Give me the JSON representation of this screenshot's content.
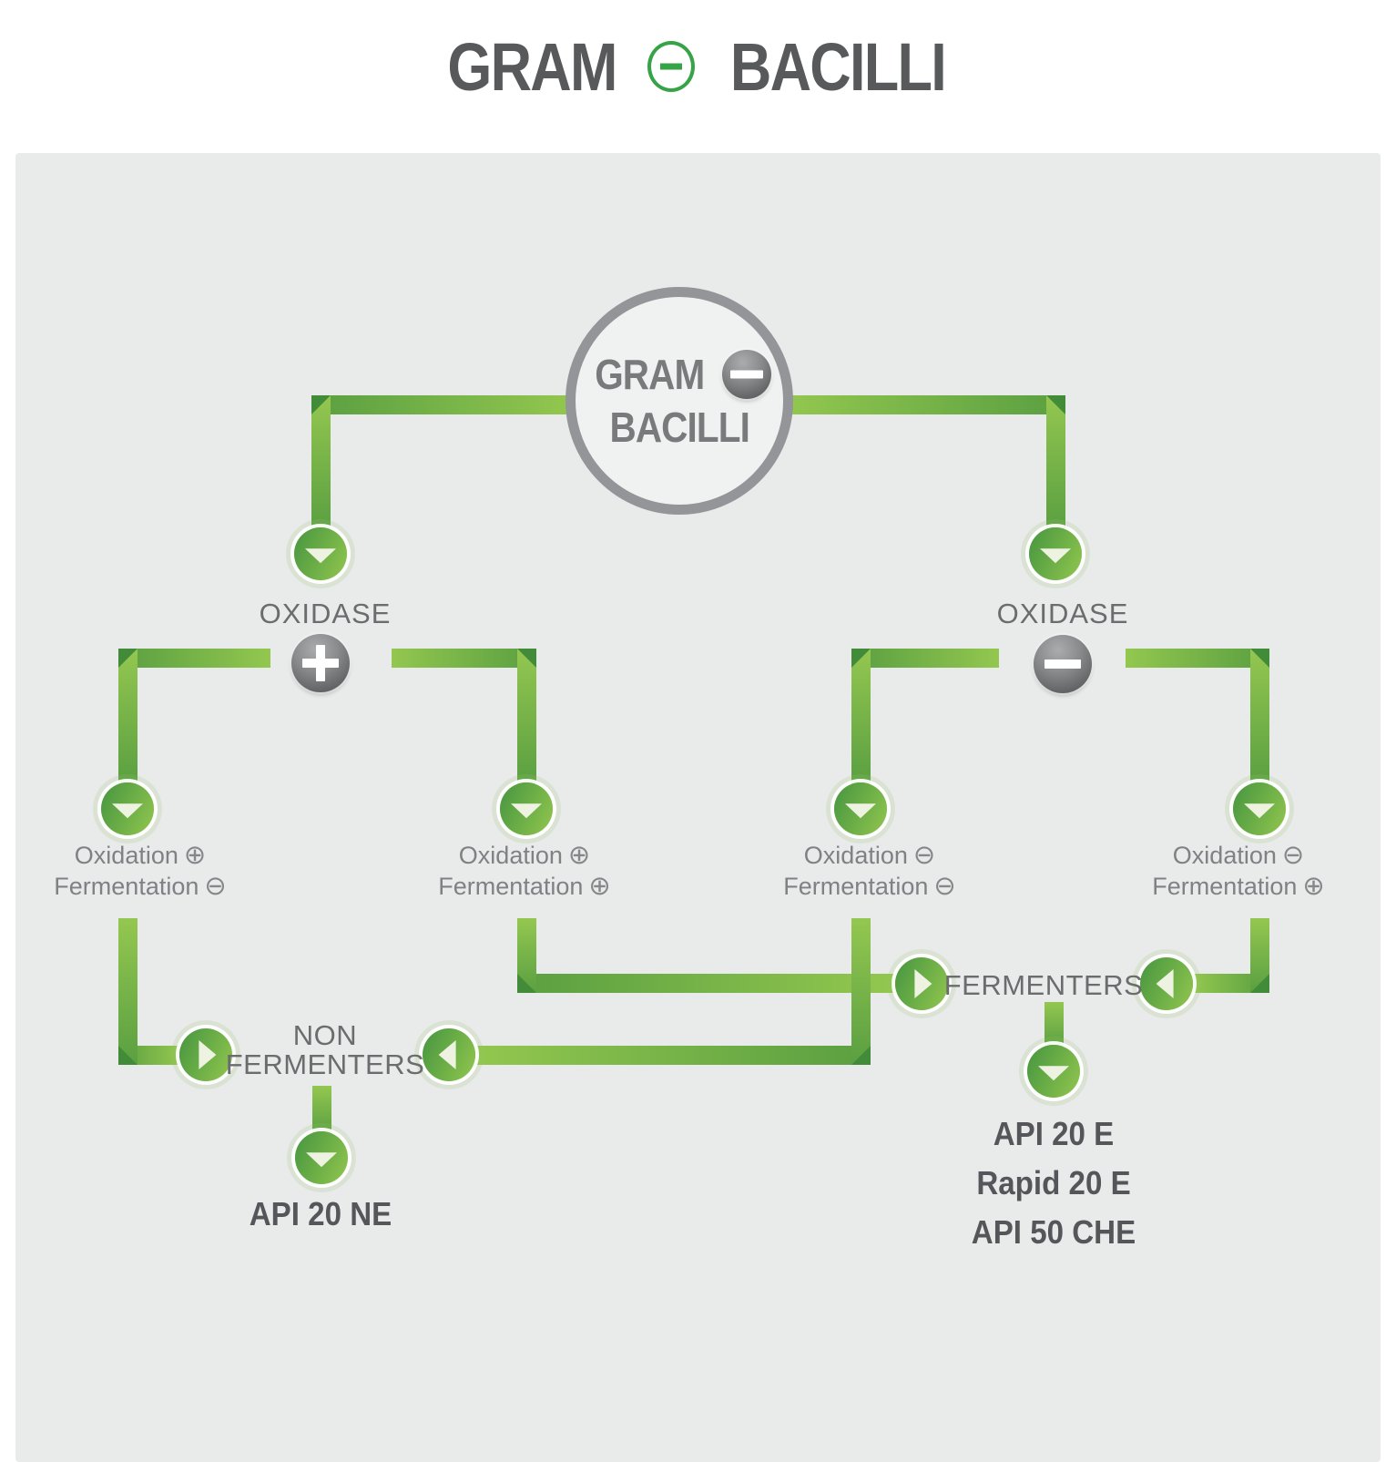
{
  "page_title": {
    "left_word": "GRAM",
    "right_word": "BACILLI"
  },
  "root": {
    "line1": "GRAM",
    "line2": "BACILLI",
    "badge_sign": "−"
  },
  "tests": {
    "oxidase_left": {
      "label": "OXIDASE",
      "sign": "+"
    },
    "oxidase_right": {
      "label": "OXIDASE",
      "sign": "−"
    }
  },
  "branches": [
    {
      "oxidation_label": "Oxidation",
      "oxidation_sign": "⊕",
      "fermentation_label": "Fermentation",
      "fermentation_sign": "⊖"
    },
    {
      "oxidation_label": "Oxidation",
      "oxidation_sign": "⊕",
      "fermentation_label": "Fermentation",
      "fermentation_sign": "⊕"
    },
    {
      "oxidation_label": "Oxidation",
      "oxidation_sign": "⊖",
      "fermentation_label": "Fermentation",
      "fermentation_sign": "⊖"
    },
    {
      "oxidation_label": "Oxidation",
      "oxidation_sign": "⊖",
      "fermentation_label": "Fermentation",
      "fermentation_sign": "⊕"
    }
  ],
  "outcomes": {
    "non_fermenters": {
      "line1": "NON",
      "line2": "FERMENTERS",
      "tests": [
        "API 20 NE"
      ]
    },
    "fermenters": {
      "label": "FERMENTERS",
      "tests": [
        "API 20 E",
        "Rapid 20 E",
        "API 50 CHE"
      ]
    }
  },
  "icons": {
    "title_badge": "circled-minus",
    "root_badge": "minus",
    "oxidase_left_badge": "plus",
    "oxidase_right_badge": "minus",
    "flow_arrows": [
      "down-arrow",
      "left-arrow",
      "right-arrow"
    ]
  },
  "colors": {
    "panel_bg": "#e9eaea",
    "title_gray": "#58595b",
    "accent_green_light": "#93c74f",
    "accent_green_dark": "#5a9f41",
    "corner_green": "#428c39",
    "badge_gray": "#6e7072",
    "icon_green": "#36a346"
  }
}
